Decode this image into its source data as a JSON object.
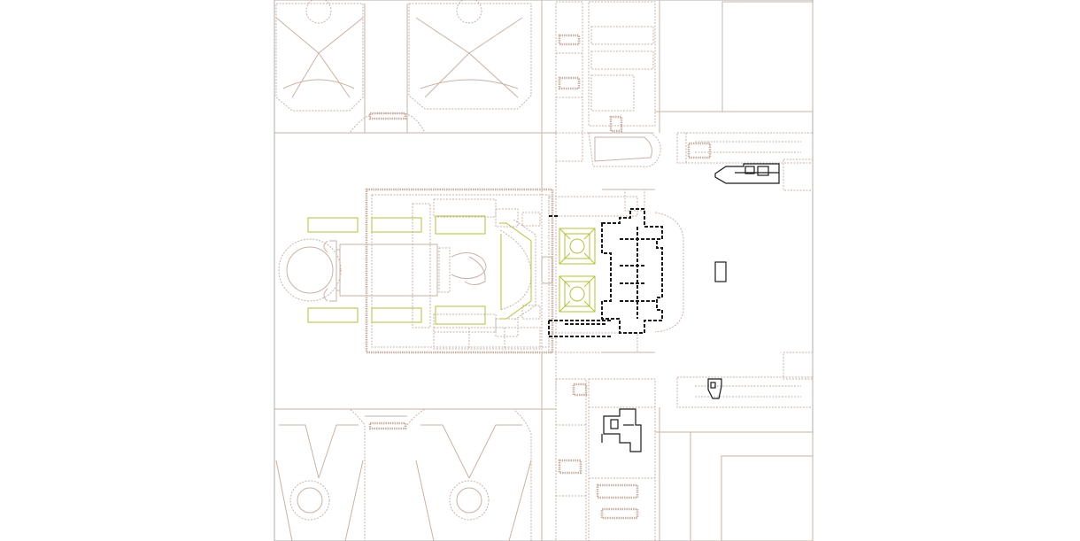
{
  "plan": {
    "colors": {
      "wall": "#c9b2a6",
      "garden": "#b5c23a",
      "dark": "#1a1a1a",
      "frame": "#9a9a9a",
      "background": "#ffffff"
    },
    "layers": [
      "garden-parterres",
      "palace-wings",
      "central-court",
      "highlighted-rooms",
      "gardens-outline"
    ]
  }
}
